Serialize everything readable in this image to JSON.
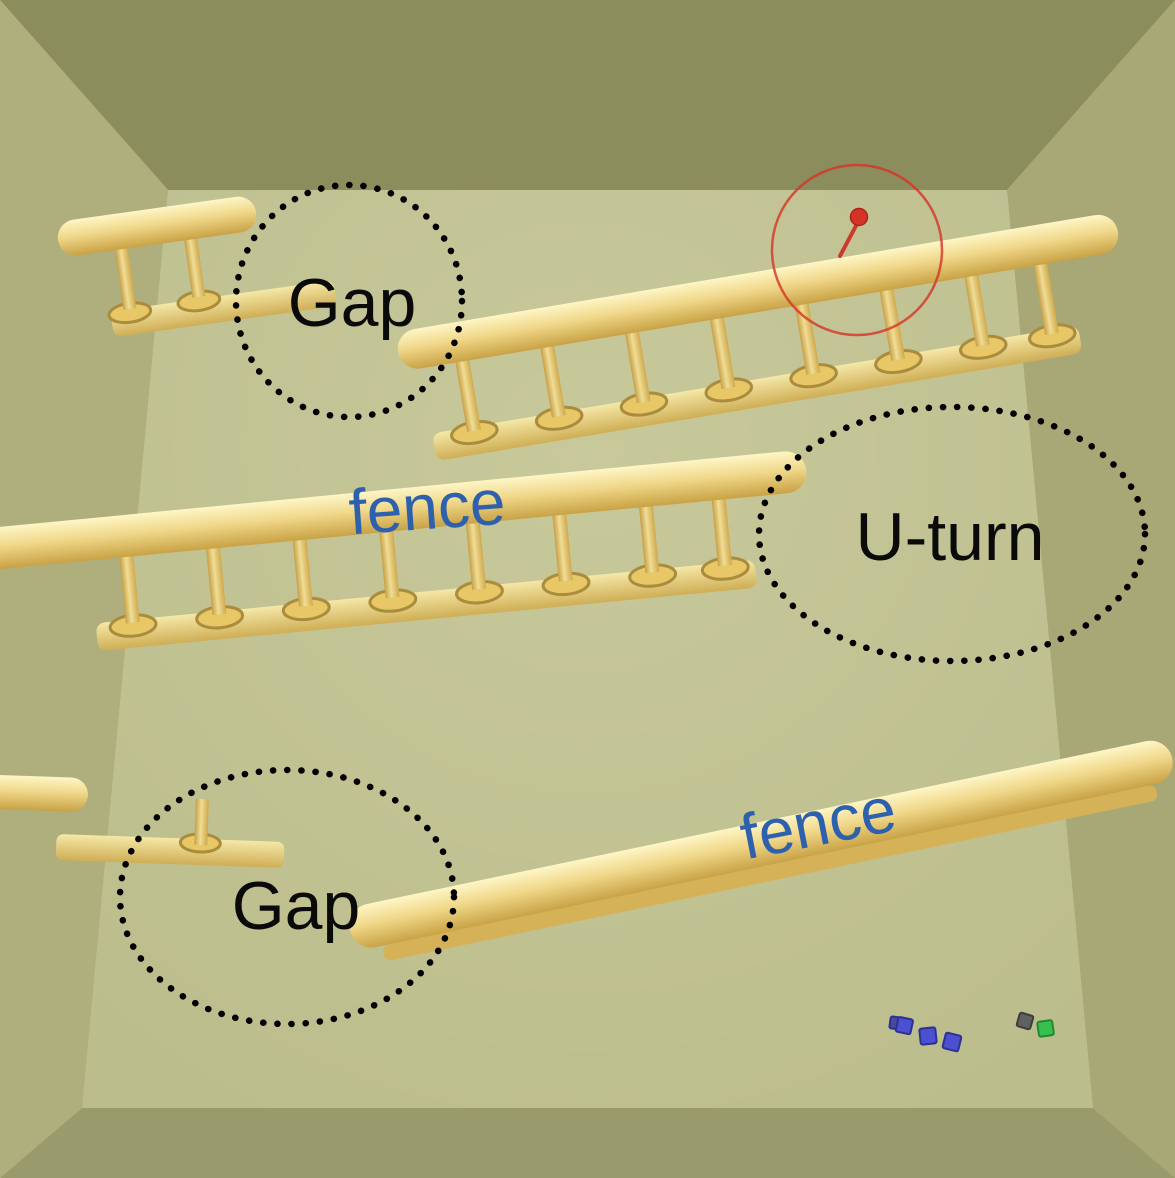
{
  "labels": {
    "gap_top": "Gap",
    "u_turn": "U-turn",
    "gap_bottom": "Gap",
    "fence_middle": "fence",
    "fence_bottom": "fence"
  },
  "colors": {
    "wall_top": "#8c8d5d",
    "wall_left": "#aeaf7d",
    "wall_right": "#a7a876",
    "wall_bottom": "#9a9b6c",
    "floor": "#bcbd8c",
    "fence_gold": "#eccf78",
    "fence_highlight": "#fdf3c0",
    "fence_shadow": "#c49a41",
    "annotation_dots": "#000000",
    "fence_label_blue": "#2d61ae",
    "goal_red": "#d63327",
    "agent_blue": "#4a50cf",
    "agent_green": "#37c04f",
    "agent_gray": "#5f6160"
  }
}
